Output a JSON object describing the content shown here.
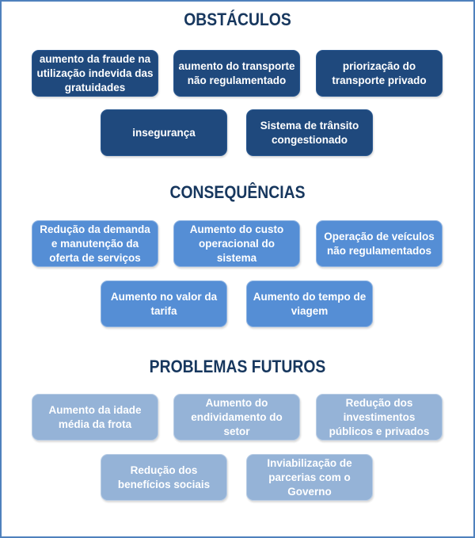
{
  "sections": [
    {
      "title": "OBSTÁCULOS",
      "items": [
        "aumento da fraude na utilização indevida das gratuidades",
        "aumento do transporte não regulamentado",
        "priorização do transporte privado",
        "insegurança",
        "Sistema de trânsito congestionado"
      ]
    },
    {
      "title": "CONSEQUÊNCIAS",
      "items": [
        "Redução da demanda e manutenção da oferta de serviços",
        "Aumento do custo operacional do sistema",
        "Operação de veículos não regulamentados",
        "Aumento no valor da tarifa",
        "Aumento do tempo de viagem"
      ]
    },
    {
      "title": "PROBLEMAS FUTUROS",
      "items": [
        "Aumento da idade média da frota",
        "Aumento do endividamento do setor",
        "Redução dos investimentos públicos e privados",
        "Redução dos benefícios sociais",
        "Inviabilização de parcerias com o Governo"
      ]
    }
  ],
  "colors": {
    "obstacles": "#1f497d",
    "consequences": "#558ed5",
    "future": "#95b3d7",
    "title": "#17375e",
    "border": "#4f81bd"
  }
}
